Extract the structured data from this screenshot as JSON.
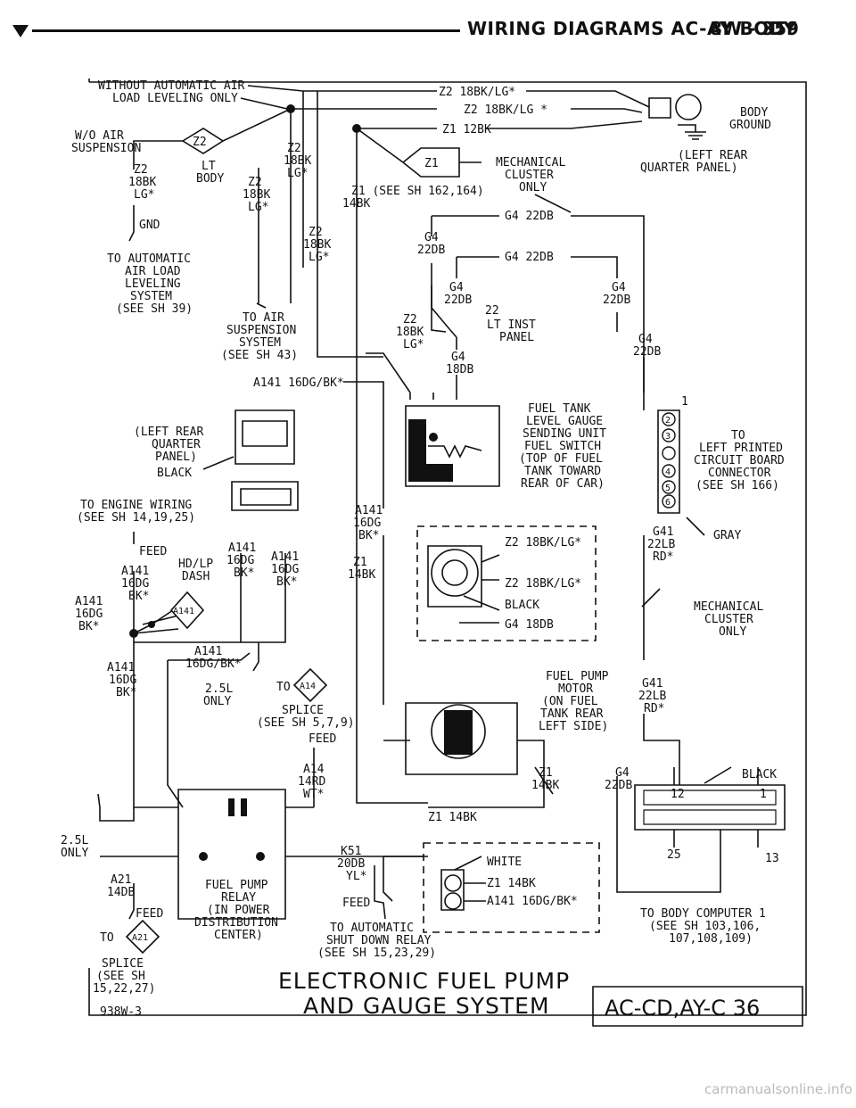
{
  "header": {
    "title": "WIRING DIAGRAMS AC-AY BODY",
    "page": "8W - 359"
  },
  "labels": {
    "without_auto_air": "WITHOUT AUTOMATIC AIR",
    "load_leveling_only": "LOAD LEVELING ONLY",
    "wo_air": "W/O AIR",
    "suspension": "SUSPENSION",
    "z2_18bk_lg_top": "Z2 18BK/LG*",
    "z2_18bk_lg_2": "Z2 18BK/LG *",
    "z1_12bk": "Z1 12BK",
    "body": "BODY",
    "ground": "GROUND",
    "left_rear_1": "(LEFT REAR",
    "quarter_panel_1": "QUARTER PANEL)",
    "mechanical_cluster_1": "MECHANICAL",
    "cluster_1": "CLUSTER",
    "only_1": "ONLY",
    "z1_see_sh": "Z1 (SEE SH 162,164)",
    "w14bk_1": "14BK",
    "z2_a": "Z2",
    "w18bk_a": "18BK",
    "lg_a": "LG*",
    "lt_body": "LT",
    "body_small": "BODY",
    "z2_b": "Z2",
    "w18bk_b": "18BK",
    "lg_b": "LG*",
    "z2_c": "Z2",
    "w18bk_c": "18BK",
    "lg_c": "LG*",
    "gnd": "GND",
    "to_auto_air_1": "TO AUTOMATIC",
    "to_auto_air_2": "AIR LOAD",
    "to_auto_air_3": "LEVELING",
    "to_auto_air_4": "SYSTEM",
    "to_auto_air_5": "(SEE SH 39)",
    "z2_d": "Z2",
    "w18bk_d": "18BK",
    "lg_d": "LG*",
    "g4_22db_top": "G4 22DB",
    "g4_a": "G4",
    "w22db_a": "22DB",
    "g4_22db_2": "G4 22DB",
    "g4_b": "G4",
    "w22db_b": "22DB",
    "pin22": "22",
    "g4_c": "G4",
    "w22db_c": "22DB",
    "lt_inst": "LT INST",
    "panel": "PANEL",
    "to_air_susp_1": "TO AIR",
    "to_air_susp_2": "SUSPENSION",
    "to_air_susp_3": "SYSTEM",
    "to_air_susp_4": "(SEE SH 43)",
    "z2_e": "Z2",
    "w18bk_e": "18BK",
    "lg_e": "LG*",
    "g4_d": "G4",
    "w18db_d": "18DB",
    "g4_e": "G4",
    "w22db_e": "22DB",
    "a141_16dg_bk": "A141 16DG/BK*",
    "left_rear_2": "(LEFT REAR",
    "quarter_2": "QUARTER",
    "panel_2": "PANEL)",
    "black_1": "BLACK",
    "fuel_tank_1": "FUEL TANK",
    "fuel_tank_2": "LEVEL GAUGE",
    "fuel_tank_3": "SENDING UNIT",
    "fuel_tank_4": "FUEL SWITCH",
    "fuel_tank_5": "(TOP OF FUEL",
    "fuel_tank_6": "TANK TOWARD",
    "fuel_tank_7": "REAR OF CAR)",
    "to_lpcb_1": "TO",
    "to_lpcb_2": "LEFT PRINTED",
    "to_lpcb_3": "CIRCUIT BOARD",
    "to_lpcb_4": "CONNECTOR",
    "to_lpcb_5": "(SEE SH 166)",
    "to_engine_1": "TO ENGINE WIRING",
    "to_engine_2": "(SEE SH 14,19,25)",
    "a141_b": "A141",
    "w16dg_b": "16DG",
    "bk_b": "BK*",
    "feed_1": "FEED",
    "a141_c": "A141",
    "w16dg_c": "16DG",
    "bk_c": "BK*",
    "a141_d": "A141",
    "w16dg_d": "16DG",
    "bk_d": "BK*",
    "hd_lp": "HD/LP",
    "dash": "DASH",
    "a141_e": "A141",
    "w16dg_e": "16DG",
    "bk_e": "BK*",
    "a141_f": "A141",
    "w16dg_f": "16DG",
    "bk_f": "BK*",
    "z1_g": "Z1",
    "w14bk_g": "14BK",
    "z2_18bk_lg_s1": "Z2 18BK/LG*",
    "z2_18bk_lg_s2": "Z2 18BK/LG*",
    "black_2": "BLACK",
    "g4_18db": "G4 18DB",
    "g41_a": "G41",
    "w22lb_a": "22LB",
    "rd_a": "RD*",
    "gray": "GRAY",
    "mech_2a": "MECHANICAL",
    "mech_2b": "CLUSTER",
    "mech_2c": "ONLY",
    "a141_h": "A141",
    "w16dg_bk_h": "16DG/BK*",
    "a141_i": "A141",
    "w16dg_i": "16DG",
    "bk_i": "BK*",
    "w25l_only_1": "2.5L",
    "only_2": "ONLY",
    "to_a14": "TO",
    "splice_1": "SPLICE",
    "see_sh_579": "(SEE SH 5,7,9)",
    "feed_2": "FEED",
    "a14": "A14",
    "w14rd": "14RD",
    "wt": "WT*",
    "fuel_pump_1": "FUEL PUMP",
    "fuel_pump_2": "MOTOR",
    "fuel_pump_3": "(ON FUEL",
    "fuel_pump_4": "TANK REAR",
    "fuel_pump_5": "LEFT SIDE)",
    "g41_b": "G41",
    "w22lb_b": "22LB",
    "rd_b": "RD*",
    "z1_j": "Z1",
    "w14bk_j": "14BK",
    "g4_k": "G4",
    "w22db_k": "22DB",
    "black_3": "BLACK",
    "pin12": "12",
    "pin1": "1",
    "pin25": "25",
    "pin13": "13",
    "z1_14bk_bottom": "Z1 14BK",
    "w25l_2": "2.5L",
    "only_3": "ONLY",
    "k51": "K51",
    "w20db": "20DB",
    "yl": "YL*",
    "white": "WHITE",
    "z1_14bk_r": "Z1 14BK",
    "a141_16dg_bk_r": "A141 16DG/BK*",
    "a21": "A21",
    "w14db": "14DB",
    "feed_3": "FEED",
    "to_a21": "TO",
    "fp_relay_1": "FUEL PUMP",
    "fp_relay_2": "RELAY",
    "fp_relay_3": "(IN POWER",
    "fp_relay_4": "DISTRIBUTION",
    "fp_relay_5": "CENTER)",
    "feed_4": "FEED",
    "to_asd_1": "TO AUTOMATIC",
    "to_asd_2": "SHUT DOWN RELAY",
    "to_asd_3": "(SEE SH 15,23,29)",
    "to_body_1": "TO BODY COMPUTER 1",
    "to_body_2": "(SEE SH 103,106,",
    "to_body_3": "107,108,109)",
    "splice_2": "SPLICE",
    "see_sh_2": "(SEE SH",
    "see_sh_3": "15,22,27)",
    "fig_no": "938W-3",
    "bottom_title_1": "ELECTRONIC FUEL PUMP",
    "bottom_title_2": "AND GAUGE SYSTEM",
    "code_box": "AC-CD,AY-C 36",
    "diamond_z2": "Z2",
    "diamond_z1": "Z1",
    "diamond_a141": "A141",
    "diamond_a14": "A14",
    "diamond_a21": "A21",
    "conn_1": "1",
    "conn_2": "2",
    "conn_3": "3",
    "conn_4": "4",
    "conn_5": "5",
    "conn_6": "6"
  },
  "watermark": "carmanualsonline.info"
}
